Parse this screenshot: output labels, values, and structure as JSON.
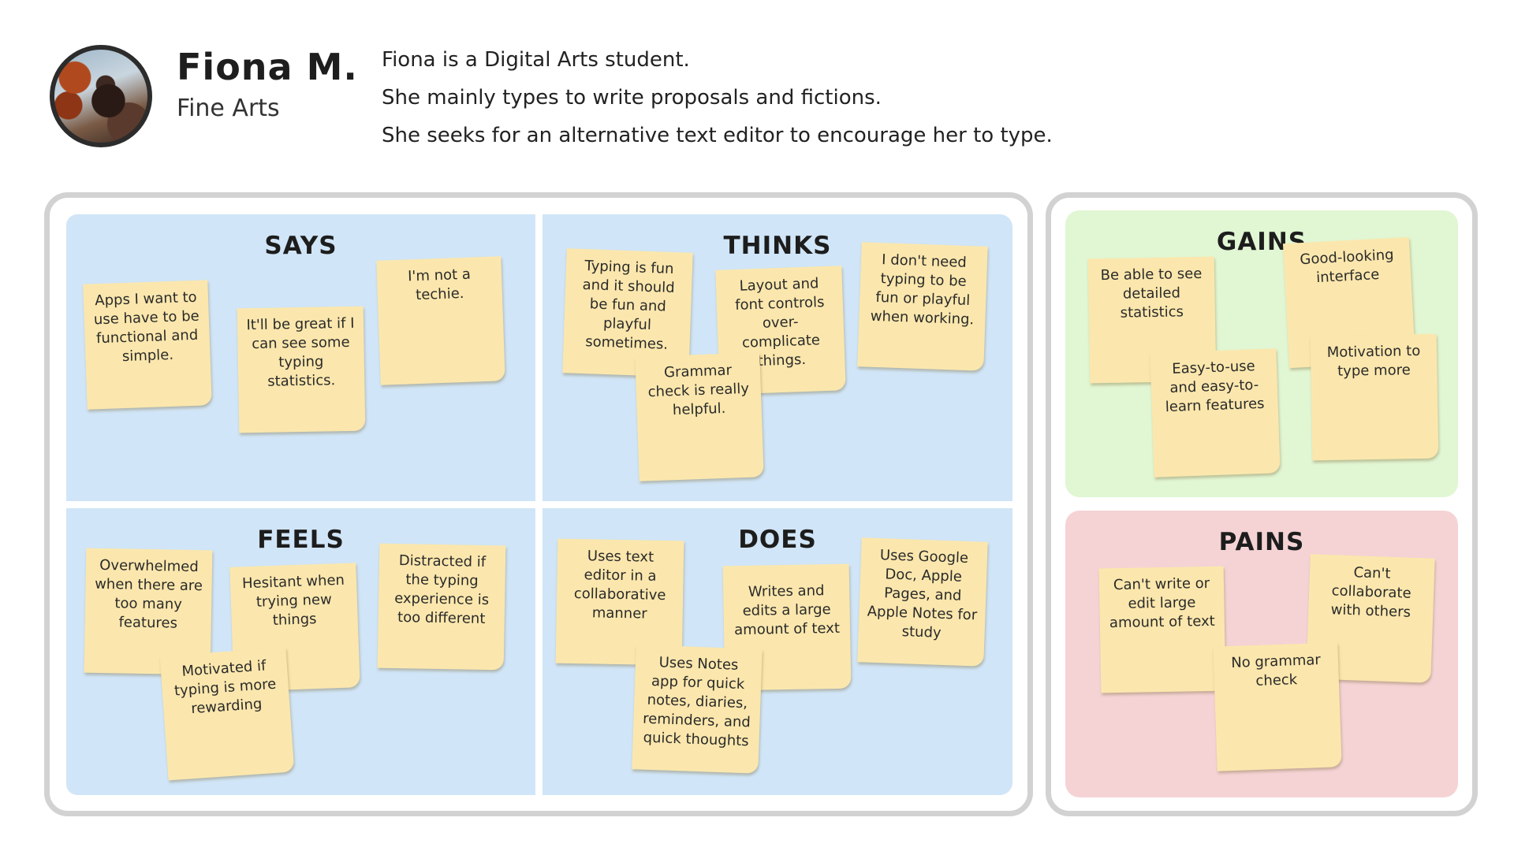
{
  "persona": {
    "name": "Fiona M.",
    "major": "Fine Arts",
    "bio": [
      "Fiona is a Digital Arts student.",
      "She mainly types to write proposals and fictions.",
      "She seeks for an alternative text editor to encourage her to type."
    ]
  },
  "colors": {
    "empathy_bg": "#d0e5f7",
    "gains_bg": "#e1f6d3",
    "pains_bg": "#f5d3d5",
    "sticky_note": "#fbe7ad",
    "frame_border": "#d2d2d2"
  },
  "quadrants": {
    "says": {
      "title": "SAYS",
      "notes": [
        "Apps I want to use have to be functional and simple.",
        "It'll be great if I can see some typing statistics.",
        "I'm not a techie."
      ]
    },
    "thinks": {
      "title": "THINKS",
      "notes": [
        "Typing is fun and it should be fun and playful sometimes.",
        "Layout and font controls over-complicate things.",
        "I don't need typing to be fun or playful when working.",
        "Grammar check is really helpful."
      ]
    },
    "feels": {
      "title": "FEELS",
      "notes": [
        "Overwhelmed when there are too many features",
        "Hesitant when trying new things",
        "Distracted if the typing experience is too different",
        "Motivated if typing is more rewarding"
      ]
    },
    "does": {
      "title": "DOES",
      "notes": [
        "Uses text editor in a collaborative manner",
        "Writes and edits a large amount of text",
        "Uses Google Doc, Apple Pages, and Apple Notes for study",
        "Uses Notes app for quick notes, diaries, reminders, and quick thoughts"
      ]
    },
    "gains": {
      "title": "GAINS",
      "notes": [
        "Be able to see detailed statistics",
        "Good-looking interface",
        "Easy-to-use and easy-to-learn features",
        "Motivation to type more"
      ]
    },
    "pains": {
      "title": "PAINS",
      "notes": [
        "Can't write or edit large amount of text",
        "Can't collaborate with others",
        "No grammar check"
      ]
    }
  }
}
